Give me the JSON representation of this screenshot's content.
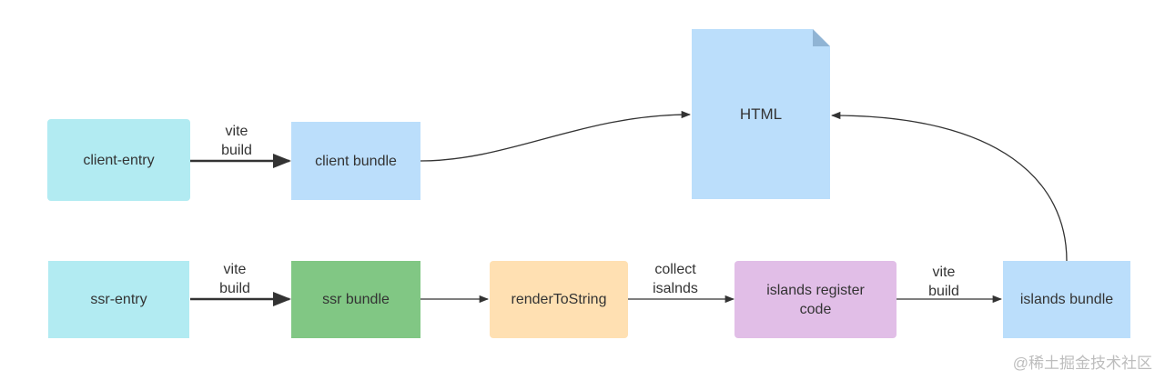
{
  "nodes": {
    "client_entry": "client-entry",
    "client_bundle": "client bundle",
    "html": "HTML",
    "ssr_entry": "ssr-entry",
    "ssr_bundle": "ssr bundle",
    "render_to_string": "renderToString",
    "islands_register": "islands register\ncode",
    "islands_bundle": "islands bundle"
  },
  "edge_labels": {
    "client_vite_build": "vite\nbuild",
    "ssr_vite_build": "vite\nbuild",
    "collect_islands": "collect\nisalnds",
    "islands_vite_build": "vite\nbuild"
  },
  "colors": {
    "entry": "#b2ebf2",
    "bundle": "#bbdefb",
    "ssr_bundle": "#81c784",
    "render": "#ffe0b2",
    "register": "#e1bee7",
    "doc_fold": "#90b4d4",
    "arrow": "#333333"
  },
  "watermark": "@稀土掘金技术社区"
}
